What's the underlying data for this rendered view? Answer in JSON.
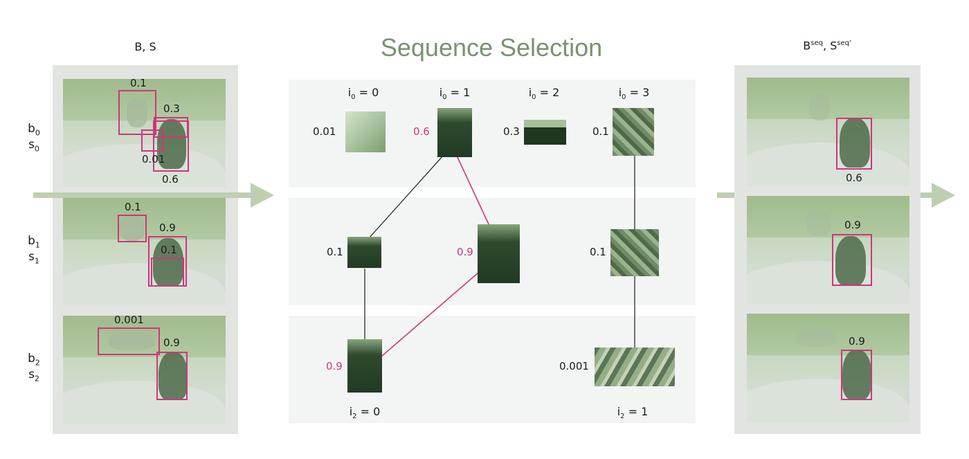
{
  "left_header": "B, S",
  "right_header_base": "B",
  "right_header_sup1": "seq",
  "right_header_sep": ", S",
  "right_header_sup2": "seq'",
  "title": "Sequence Selection",
  "rows": [
    {
      "b": "b",
      "s": "s",
      "idx": "0"
    },
    {
      "b": "b",
      "s": "s",
      "idx": "1"
    },
    {
      "b": "b",
      "s": "s",
      "idx": "2"
    }
  ],
  "left_scores": {
    "f0": [
      "0.1",
      "0.3",
      "0.01",
      "0.6"
    ],
    "f1": [
      "0.1",
      "0.9",
      "0.1"
    ],
    "f2": [
      "0.001",
      "0.9"
    ]
  },
  "col_heads_top": [
    {
      "var": "i",
      "sub": "0",
      "rest": " = 0"
    },
    {
      "var": "i",
      "sub": "0",
      "rest": " = 1"
    },
    {
      "var": "i",
      "sub": "0",
      "rest": " = 2"
    },
    {
      "var": "i",
      "sub": "0",
      "rest": " = 3"
    }
  ],
  "col_heads_bottom": [
    {
      "var": "i",
      "sub": "2",
      "rest": " = 0"
    },
    {
      "var": "i",
      "sub": "2",
      "rest": " = 1"
    }
  ],
  "crop_scores": {
    "r0": [
      "0.01",
      "0.6",
      "0.3",
      "0.1"
    ],
    "r1": [
      "0.1",
      "0.9",
      "0.1"
    ],
    "r2": [
      "0.9",
      "0.001"
    ]
  },
  "right_scores": [
    "0.6",
    "0.9",
    "0.9"
  ],
  "colors": {
    "highlight": "#d0357d",
    "title": "#7a9270",
    "arrow": "#bcd0b0",
    "edge": "#1a1a1a"
  }
}
